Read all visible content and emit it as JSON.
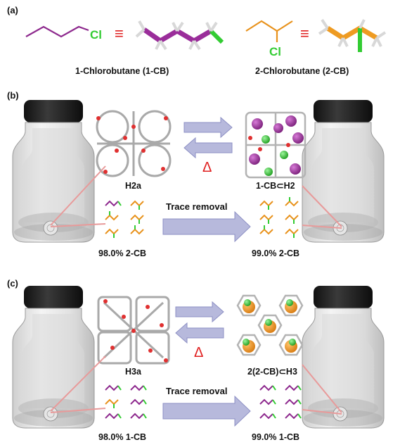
{
  "panel_a": {
    "label": "(a)",
    "cl_text": "Cl",
    "mol1_name": "1-Chlorobutane (1-CB)",
    "mol2_name": "2-Chlorobutane (2-CB)",
    "equiv_symbol": "≡"
  },
  "panel_b": {
    "label": "(b)",
    "crystal_left": "H2a",
    "crystal_right": "1-CB⊂H2",
    "delta": "Δ",
    "trace_removal": "Trace removal",
    "purity_before": "98.0% 2-CB",
    "purity_after": "99.0% 2-CB"
  },
  "panel_c": {
    "label": "(c)",
    "crystal_left": "H3a",
    "crystal_right": "2(2-CB)⊂H3",
    "delta": "Δ",
    "trace_removal": "Trace removal",
    "purity_before": "98.0% 1-CB",
    "purity_after": "99.0% 1-CB"
  },
  "colors": {
    "one_cb": "#8e2a8e",
    "two_cb": "#e8921c",
    "chlorine": "#33cc33",
    "arrow_fill": "#b7b9dc",
    "arrow_stroke": "#8d90c4",
    "delta": "#e02020",
    "pointer": "#e89a9a",
    "cap": "#1a1a1a"
  }
}
